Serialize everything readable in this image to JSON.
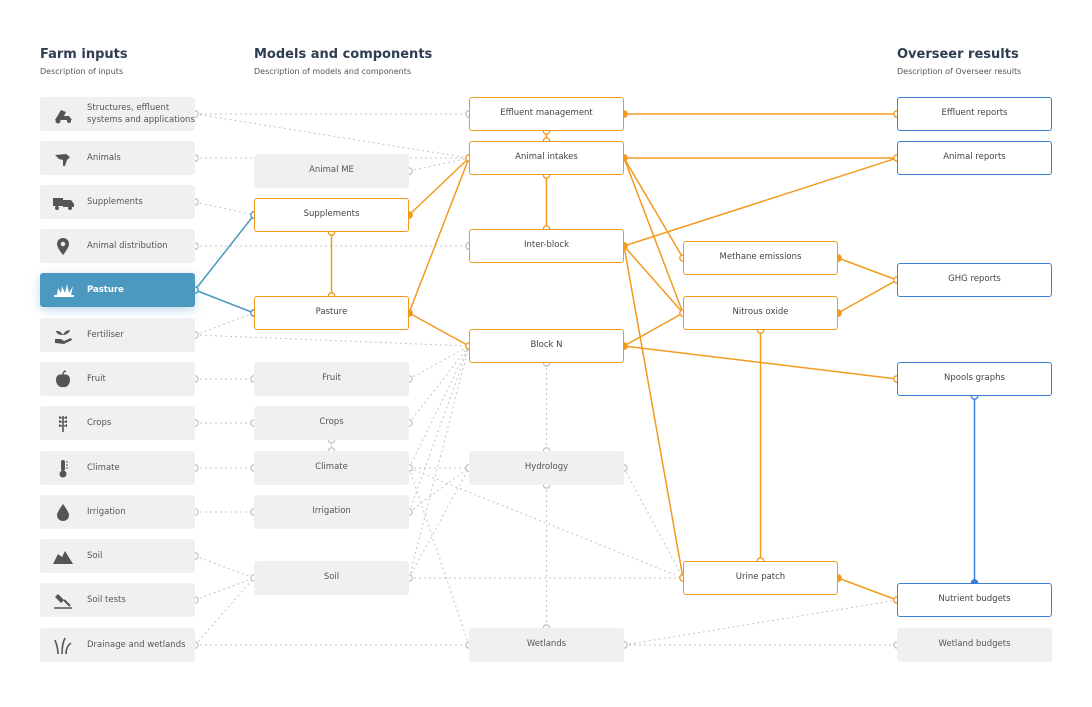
{
  "headers": {
    "inputs": {
      "title": "Farm inputs",
      "desc": "Description of inputs"
    },
    "models": {
      "title": "Models and components",
      "desc": "Description of models and components"
    },
    "results": {
      "title": "Overseer results",
      "desc": "Description of Overseer results"
    }
  },
  "inputs": [
    {
      "id": "structures",
      "label": "Structures, effluent systems and applications",
      "icon": "tractor-icon"
    },
    {
      "id": "animals",
      "label": "Animals",
      "icon": "animal-icon"
    },
    {
      "id": "supplements",
      "label": "Supplements",
      "icon": "feed-cart-icon"
    },
    {
      "id": "distribution",
      "label": "Animal distribution",
      "icon": "location-pin-icon"
    },
    {
      "id": "pasture",
      "label": "Pasture",
      "icon": "grass-icon",
      "active": true
    },
    {
      "id": "fertiliser",
      "label": "Fertiliser",
      "icon": "seedling-hand-icon"
    },
    {
      "id": "fruit",
      "label": "Fruit",
      "icon": "apple-icon"
    },
    {
      "id": "crops",
      "label": "Crops",
      "icon": "wheat-icon"
    },
    {
      "id": "climate",
      "label": "Climate",
      "icon": "thermometer-icon"
    },
    {
      "id": "irrigation",
      "label": "Irrigation",
      "icon": "water-drop-icon"
    },
    {
      "id": "soil",
      "label": "Soil",
      "icon": "soil-mound-icon"
    },
    {
      "id": "soiltests",
      "label": "Soil tests",
      "icon": "trowel-icon"
    },
    {
      "id": "drainage",
      "label": "Drainage and wetlands",
      "icon": "reeds-icon"
    }
  ],
  "models_left": [
    {
      "id": "m_animal_me",
      "label": "Animal ME",
      "style": "grey"
    },
    {
      "id": "m_supplements",
      "label": "Supplements",
      "style": "orange"
    },
    {
      "id": "m_pasture",
      "label": "Pasture",
      "style": "orange"
    },
    {
      "id": "m_fruit",
      "label": "Fruit",
      "style": "grey"
    },
    {
      "id": "m_crops",
      "label": "Crops",
      "style": "grey"
    },
    {
      "id": "m_climate",
      "label": "Climate",
      "style": "grey"
    },
    {
      "id": "m_irrigation",
      "label": "Irrigation",
      "style": "grey"
    },
    {
      "id": "m_soil",
      "label": "Soil",
      "style": "grey"
    }
  ],
  "models_mid": [
    {
      "id": "m_effluent",
      "label": "Effluent management",
      "style": "orange"
    },
    {
      "id": "m_intakes",
      "label": "Animal intakes",
      "style": "orange"
    },
    {
      "id": "m_interblock",
      "label": "Inter-block",
      "style": "orange"
    },
    {
      "id": "m_blockn",
      "label": "Block N",
      "style": "orange"
    },
    {
      "id": "m_hydrology",
      "label": "Hydrology",
      "style": "grey"
    },
    {
      "id": "m_wetlands",
      "label": "Wetlands",
      "style": "grey"
    }
  ],
  "models_right": [
    {
      "id": "m_methane",
      "label": "Methane emissions",
      "style": "orange"
    },
    {
      "id": "m_nitrous",
      "label": "Nitrous oxide",
      "style": "orange"
    },
    {
      "id": "m_urine",
      "label": "Urine patch",
      "style": "orange"
    }
  ],
  "results": [
    {
      "id": "r_effluent",
      "label": "Effluent reports",
      "style": "blue"
    },
    {
      "id": "r_animal",
      "label": "Animal reports",
      "style": "blue"
    },
    {
      "id": "r_ghg",
      "label": "GHG reports",
      "style": "blue"
    },
    {
      "id": "r_npools",
      "label": "Npools graphs",
      "style": "blue"
    },
    {
      "id": "r_nutrient",
      "label": "Nutrient budgets",
      "style": "blue"
    },
    {
      "id": "r_wetland",
      "label": "Wetland budgets",
      "style": "grey"
    }
  ],
  "edges": [
    {
      "from": "structures",
      "to": "m_effluent",
      "style": "grey"
    },
    {
      "from": "structures",
      "to": "m_intakes",
      "style": "grey"
    },
    {
      "from": "animals",
      "to": "m_intakes",
      "style": "grey"
    },
    {
      "from": "supplements",
      "to": "m_supplements",
      "style": "grey"
    },
    {
      "from": "distribution",
      "to": "m_interblock",
      "style": "grey"
    },
    {
      "from": "pasture",
      "to": "m_supplements",
      "style": "blue"
    },
    {
      "from": "pasture",
      "to": "m_pasture",
      "style": "blue"
    },
    {
      "from": "fertiliser",
      "to": "m_pasture",
      "style": "grey"
    },
    {
      "from": "fertiliser",
      "to": "m_blockn",
      "style": "grey"
    },
    {
      "from": "fruit",
      "to": "m_fruit",
      "style": "grey"
    },
    {
      "from": "crops",
      "to": "m_crops",
      "style": "grey"
    },
    {
      "from": "climate",
      "to": "m_climate",
      "style": "grey"
    },
    {
      "from": "irrigation",
      "to": "m_irrigation",
      "style": "grey"
    },
    {
      "from": "soil",
      "to": "m_soil",
      "style": "grey"
    },
    {
      "from": "soiltests",
      "to": "m_soil",
      "style": "grey"
    },
    {
      "from": "drainage",
      "to": "m_soil",
      "style": "grey"
    },
    {
      "from": "drainage",
      "to": "m_wetlands",
      "style": "grey"
    },
    {
      "from": "m_animal_me",
      "to": "m_intakes",
      "style": "grey"
    },
    {
      "from": "m_fruit",
      "to": "m_blockn",
      "style": "grey"
    },
    {
      "from": "m_crops",
      "to": "m_blockn",
      "style": "grey"
    },
    {
      "from": "m_climate",
      "to": "m_blockn",
      "style": "grey"
    },
    {
      "from": "m_irrigation",
      "to": "m_blockn",
      "style": "grey"
    },
    {
      "from": "m_soil",
      "to": "m_blockn",
      "style": "grey"
    },
    {
      "from": "m_climate",
      "to": "m_hydrology",
      "style": "grey"
    },
    {
      "from": "m_irrigation",
      "to": "m_hydrology",
      "style": "grey"
    },
    {
      "from": "m_soil",
      "to": "m_hydrology",
      "style": "grey"
    },
    {
      "from": "m_soil",
      "to": "m_urine",
      "style": "grey"
    },
    {
      "from": "m_climate",
      "to": "m_urine",
      "style": "grey"
    },
    {
      "from": "m_climate",
      "to": "m_wetlands",
      "style": "grey"
    },
    {
      "from": "m_blockn",
      "to": "m_hydrology",
      "style": "grey",
      "vertical": true
    },
    {
      "from": "m_hydrology",
      "to": "m_wetlands",
      "style": "grey",
      "vertical": true
    },
    {
      "from": "m_hydrology",
      "to": "m_urine",
      "style": "grey"
    },
    {
      "from": "m_wetlands",
      "to": "r_nutrient",
      "style": "grey"
    },
    {
      "from": "m_wetlands",
      "to": "r_wetland",
      "style": "grey"
    },
    {
      "from": "m_crops",
      "to": "m_climate",
      "style": "grey",
      "vertical": true
    },
    {
      "from": "m_supplements",
      "to": "m_intakes",
      "style": "orange"
    },
    {
      "from": "m_pasture",
      "to": "m_intakes",
      "style": "orange"
    },
    {
      "from": "m_pasture",
      "to": "m_blockn",
      "style": "orange"
    },
    {
      "from": "m_supplements",
      "to": "m_pasture",
      "style": "orange",
      "vertical": true
    },
    {
      "from": "m_effluent",
      "to": "m_intakes",
      "style": "orange",
      "vertical": true
    },
    {
      "from": "m_intakes",
      "to": "m_interblock",
      "style": "orange",
      "vertical": true
    },
    {
      "from": "m_effluent",
      "to": "r_effluent",
      "style": "orange"
    },
    {
      "from": "m_intakes",
      "to": "r_animal",
      "style": "orange"
    },
    {
      "from": "m_intakes",
      "to": "m_methane",
      "style": "orange"
    },
    {
      "from": "m_intakes",
      "to": "m_nitrous",
      "style": "orange"
    },
    {
      "from": "m_interblock",
      "to": "r_animal",
      "style": "orange"
    },
    {
      "from": "m_interblock",
      "to": "m_nitrous",
      "style": "orange"
    },
    {
      "from": "m_interblock",
      "to": "m_urine",
      "style": "orange"
    },
    {
      "from": "m_blockn",
      "to": "m_nitrous",
      "style": "orange"
    },
    {
      "from": "m_blockn",
      "to": "r_npools",
      "style": "orange"
    },
    {
      "from": "m_methane",
      "to": "r_ghg",
      "style": "orange"
    },
    {
      "from": "m_nitrous",
      "to": "r_ghg",
      "style": "orange"
    },
    {
      "from": "m_nitrous",
      "to": "m_urine",
      "style": "orange",
      "vertical": true
    },
    {
      "from": "m_urine",
      "to": "r_nutrient",
      "style": "orange"
    },
    {
      "from": "r_npools",
      "to": "r_nutrient",
      "style": "blue",
      "vertical": true
    }
  ],
  "colors": {
    "orange": "#f29a1f",
    "blue": "#3d7fd6",
    "teal": "#4b98c1",
    "grey_line": "#c4c4c4",
    "title": "#2e3d4f"
  }
}
